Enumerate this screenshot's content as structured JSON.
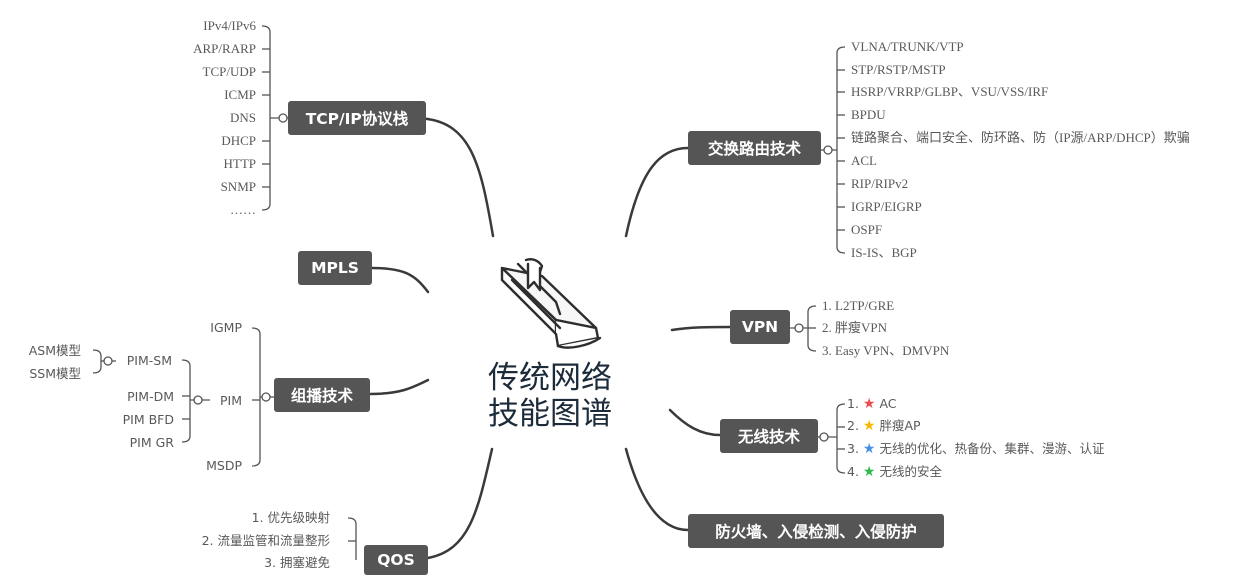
{
  "center": {
    "line1": "传统网络",
    "line2": "技能图谱"
  },
  "topics": {
    "tcpip": "TCP/IP协议栈",
    "mpls": "MPLS",
    "multicast": "组播技术",
    "qos": "QOS",
    "switch_route": "交换路由技术",
    "vpn": "VPN",
    "wireless": "无线技术",
    "firewall": "防火墙、入侵检测、入侵防护"
  },
  "tcpip_items": [
    "IPv4/IPv6",
    "ARP/RARP",
    "TCP/UDP",
    "ICMP",
    "DNS",
    "DHCP",
    "HTTP",
    "SNMP",
    "……"
  ],
  "multicast": {
    "igmp": "IGMP",
    "pim": "PIM",
    "msdp": "MSDP",
    "pim_sm": "PIM-SM",
    "pim_dm": "PIM-DM",
    "pim_bfd": "PIM BFD",
    "pim_gr": "PIM GR",
    "asm": "ASM模型",
    "ssm": "SSM模型"
  },
  "qos_items": [
    "1. 优先级映射",
    "2. 流量监管和流量整形",
    "3. 拥塞避免"
  ],
  "switch_items": [
    "VLNA/TRUNK/VTP",
    "STP/RSTP/MSTP",
    "HSRP/VRRP/GLBP、VSU/VSS/IRF",
    "BPDU",
    "链路聚合、端口安全、防环路、防（IP源/ARP/DHCP）欺骗",
    "ACL",
    "RIP/RIPv2",
    "IGRP/EIGRP",
    "OSPF",
    "IS-IS、BGP"
  ],
  "vpn_items": [
    "1. L2TP/GRE",
    "2. 胖瘦VPN",
    "3. Easy VPN、DMVPN"
  ],
  "wireless_items": [
    {
      "num": "1.",
      "text": "AC",
      "star_color": "#e84c4c"
    },
    {
      "num": "2.",
      "text": "胖瘦AP",
      "star_color": "#f5b800"
    },
    {
      "num": "3.",
      "text": "无线的优化、热备份、集群、漫游、认证",
      "star_color": "#4a8fe7"
    },
    {
      "num": "4.",
      "text": "无线的安全",
      "star_color": "#2fb84f"
    }
  ],
  "colors": {
    "topic_bg": "#555555",
    "line": "#3a3a3a",
    "leaf_text": "#595959"
  }
}
